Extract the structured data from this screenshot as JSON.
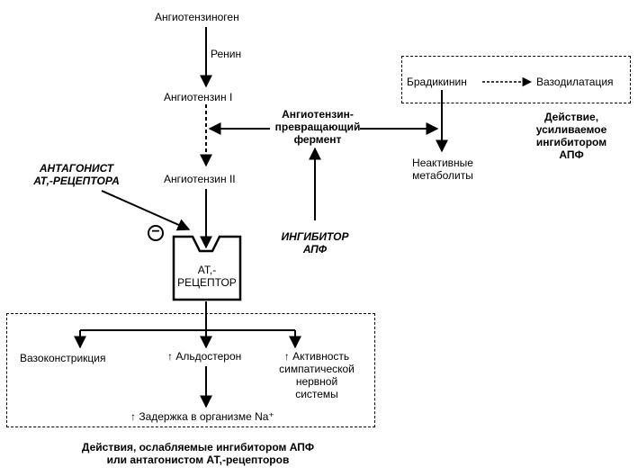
{
  "nodes": {
    "angiotensinogen": "Ангиотензиноген",
    "renin": "Ренин",
    "angiotensin1": "Ангиотензин I",
    "angiotensin2": "Ангиотензин II",
    "ace": [
      "Ангиотензин-",
      "превращающий",
      "фермент"
    ],
    "bradykinin": "Брадикинин",
    "vasodilation": "Вазодилатация",
    "inactive": [
      "Неактивные",
      "метаболиты"
    ],
    "ace_inhibitor_effect": [
      "Действие,",
      "усиливаемое",
      "ингибитором",
      "АПФ"
    ],
    "at1_antagonist": [
      "АНТАГОНИСТ",
      "АТ,-РЕЦЕПТОРА"
    ],
    "ace_inhibitor": [
      "ИНГИБИТОР",
      "АПФ"
    ],
    "minus_sign": "−",
    "receptor": [
      "АТ,-",
      "РЕЦЕПТОР"
    ],
    "vasoconstriction": "Вазоконстрикция",
    "aldosterone": "↑ Альдостерон",
    "sympathetic": [
      "↑ Активность",
      "симпатической",
      "нервной",
      "системы"
    ],
    "na_retention": "↑ Задержка в организме Na⁺",
    "bottom_caption": [
      "Действия, ослабляемые ингибитором АПФ",
      "или антагонистом АТ,-рецепторов"
    ]
  }
}
